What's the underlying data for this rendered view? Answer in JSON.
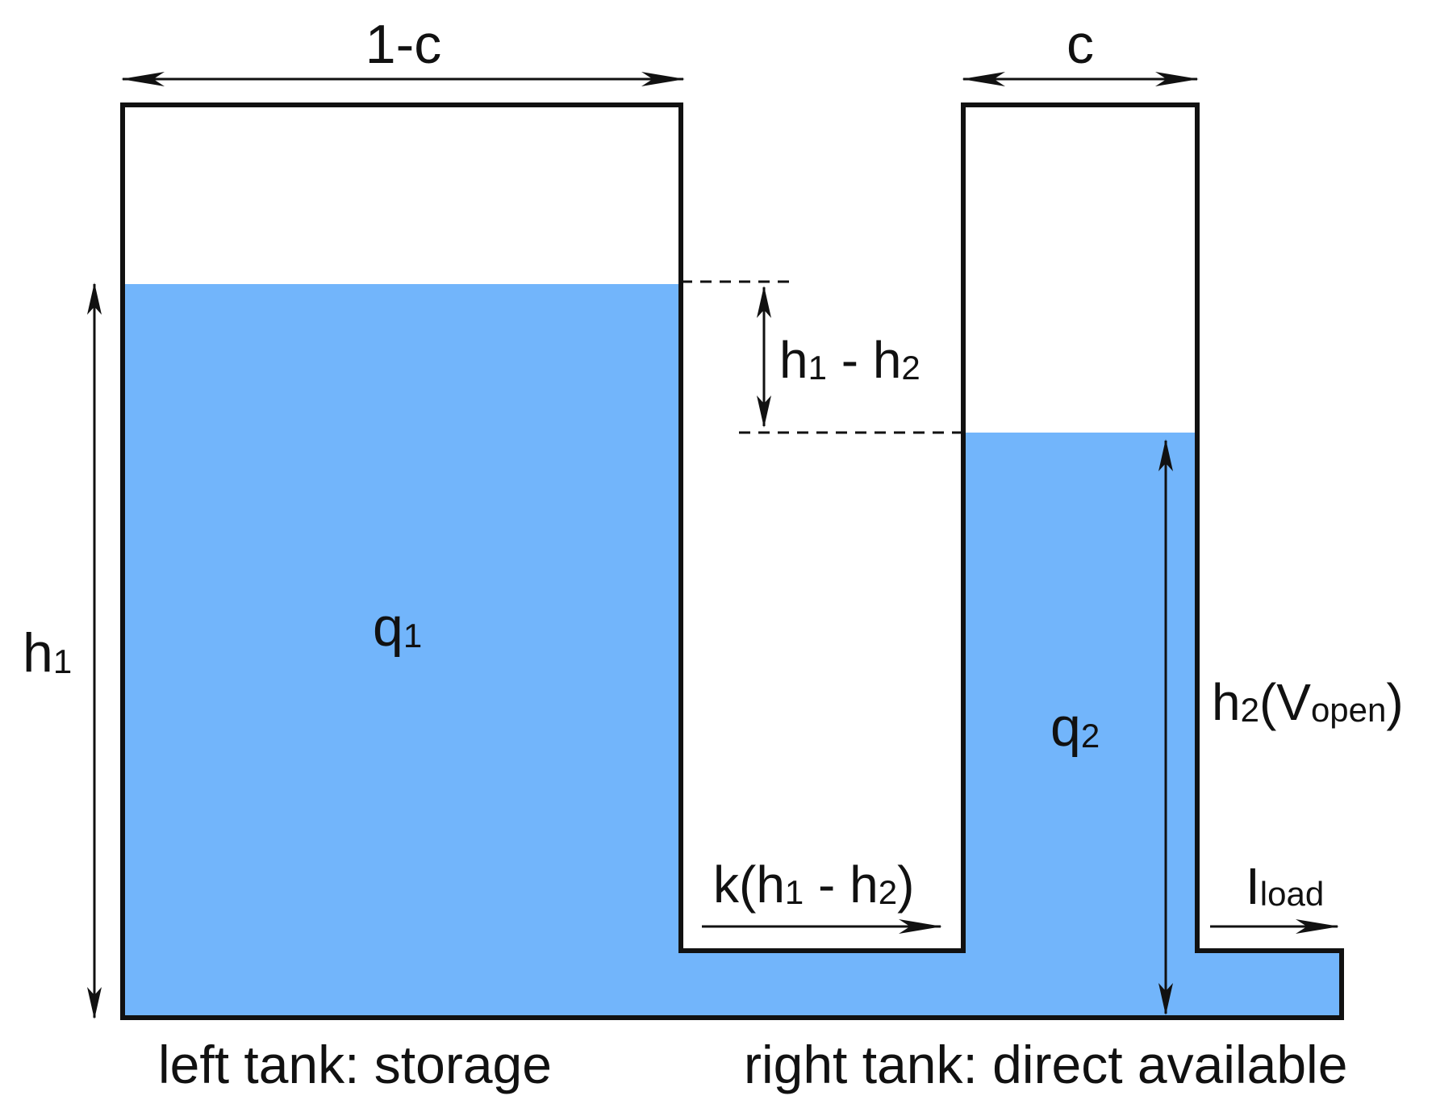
{
  "colors": {
    "water": "#72b5fb",
    "outline": "#111111",
    "background": "#ffffff"
  },
  "labels": {
    "left_width": "1-c",
    "right_width": "c",
    "h1": {
      "base": "h",
      "sub": "1"
    },
    "q1": {
      "base": "q",
      "sub": "1"
    },
    "q2": {
      "base": "q",
      "sub": "2"
    },
    "level_diff": {
      "h": "h",
      "s1": "1",
      "mid": " - h",
      "s2": "2"
    },
    "h2_vopen": {
      "h": "h",
      "s2": "2",
      "mid": "(V",
      "open": "open",
      "close": ")"
    },
    "flow": {
      "pre": "k(h",
      "s1": "1",
      "mid": " - h",
      "s2": "2",
      "close": ")"
    },
    "load": {
      "base": "I",
      "sub": "load"
    }
  },
  "captions": {
    "left": "left tank: storage",
    "right": "right tank: direct available"
  }
}
